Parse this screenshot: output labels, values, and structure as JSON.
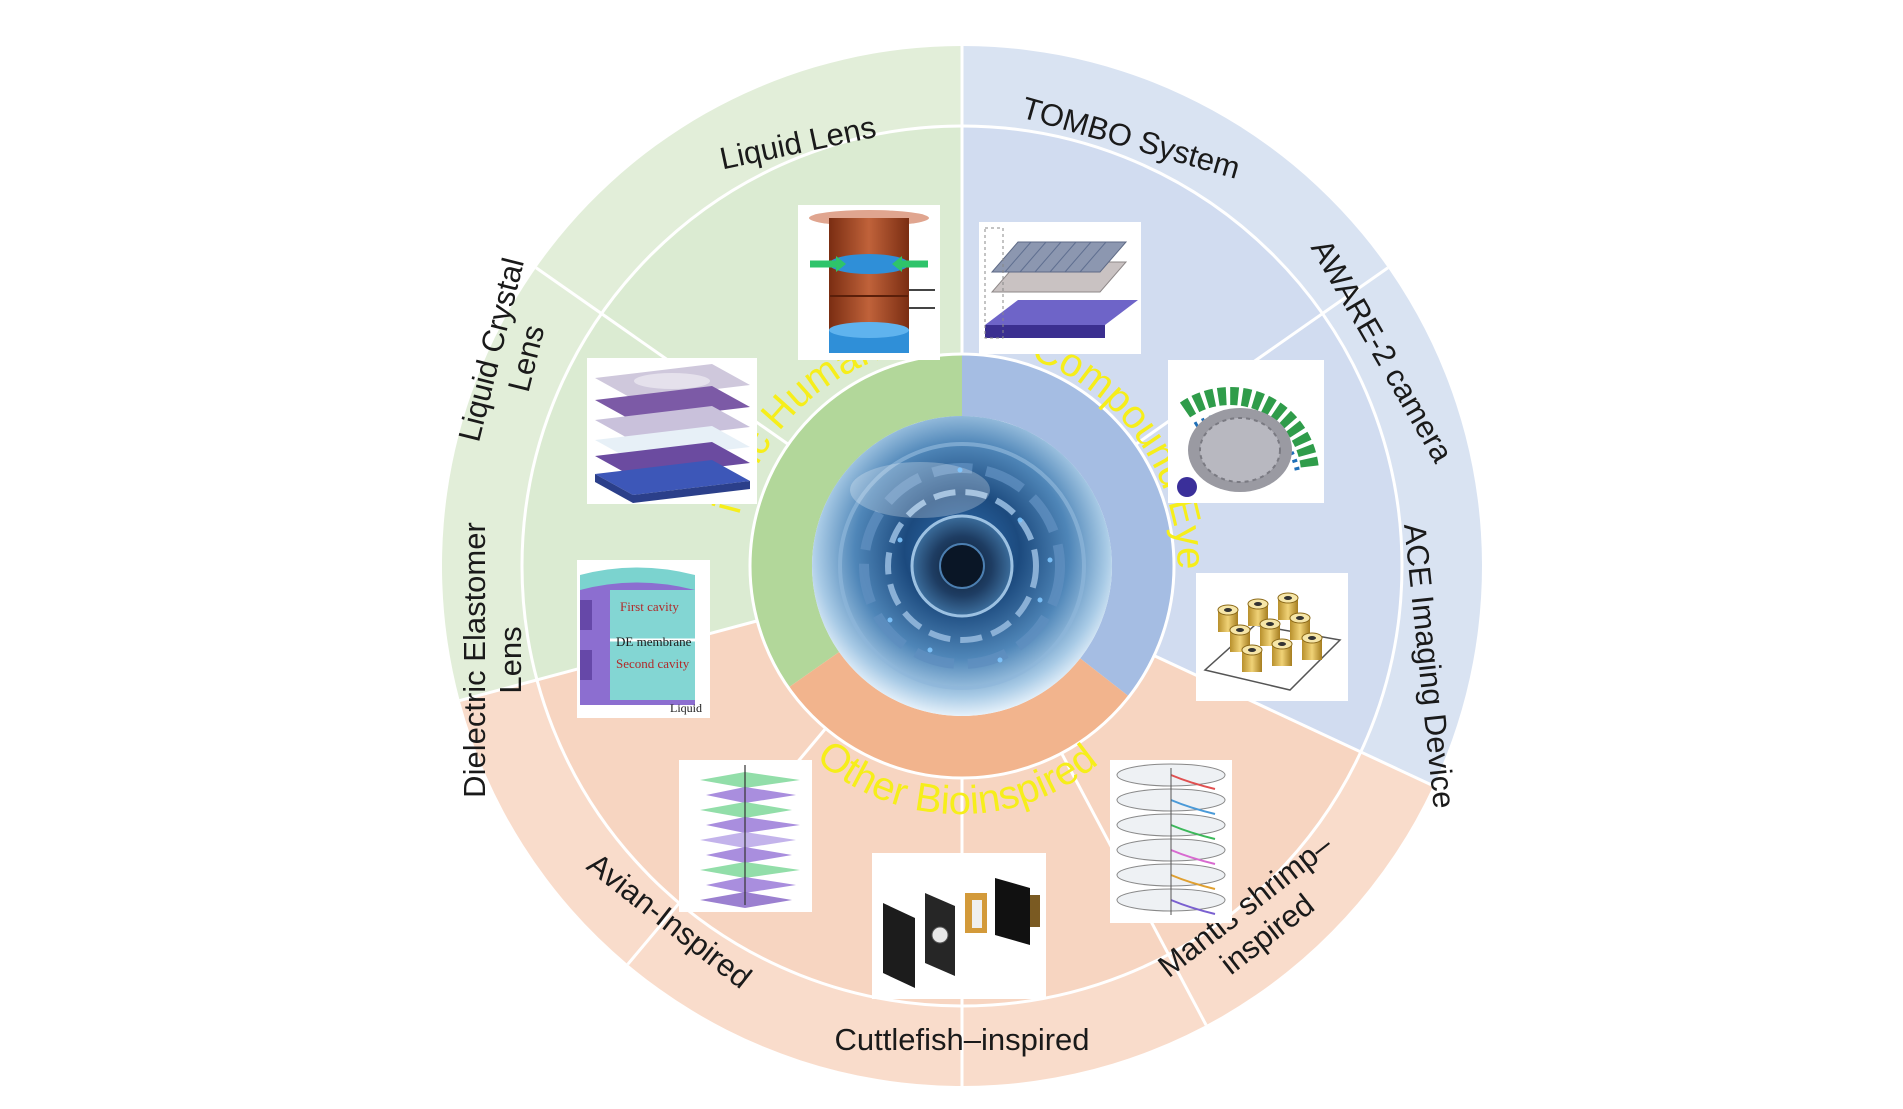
{
  "colors": {
    "green_outer": "#e2eed9",
    "green_mid": "#dbebd2",
    "green_ring": "#b2d79a",
    "blue_outer": "#d9e3f2",
    "blue_mid": "#d1dcf0",
    "blue_ring": "#a5bde3",
    "peach_outer": "#f9dccb",
    "peach_mid": "#f7d5c1",
    "peach_ring": "#f2b48d",
    "ring_text": "#f6ee1a",
    "divider": "#ffffff"
  },
  "ring_labels": {
    "bionic_human_eye": "Bionic Human Eye",
    "compound_eye": "Compound Eye",
    "other_bioinspired": "Other Bioinspired"
  },
  "outer_labels": {
    "liquid_lens": "Liquid Lens",
    "liquid_crystal_lens_l1": "Liquid Crystal",
    "liquid_crystal_lens_l2": "Lens",
    "dielectric_elastomer_lens_l1": "Dielectric Elastomer",
    "dielectric_elastomer_lens_l2": "Lens",
    "tombo_system": "TOMBO System",
    "aware2_camera": "AWARE-2 camera",
    "ace_imaging_device": "ACE Imaging Device",
    "avian_inspired": "Avian-Inspired",
    "cuttlefish_inspired": "Cuttlefish–inspired",
    "mantis_shrimp_l1": "Mantis shrimp–",
    "mantis_shrimp_l2": "inspired"
  },
  "inset_text": {
    "first_cavity": "First cavity",
    "de_membrane": "DE membrane",
    "second_cavity": "Second cavity",
    "liquid": "Liquid"
  },
  "icons": {
    "center": "bionic-eye-lens-image",
    "liquid_lens": "liquid-lens-illustration",
    "liquid_crystal_lens": "liquid-crystal-lens-illustration",
    "dielectric_elastomer_lens": "dielectric-elastomer-lens-illustration",
    "tombo_system": "tombo-system-illustration",
    "aware2_camera": "aware2-camera-illustration",
    "ace_imaging_device": "ace-imaging-illustration",
    "avian_inspired": "avian-inspired-illustration",
    "cuttlefish_inspired": "cuttlefish-inspired-illustration",
    "mantis_shrimp_inspired": "mantis-shrimp-illustration"
  }
}
